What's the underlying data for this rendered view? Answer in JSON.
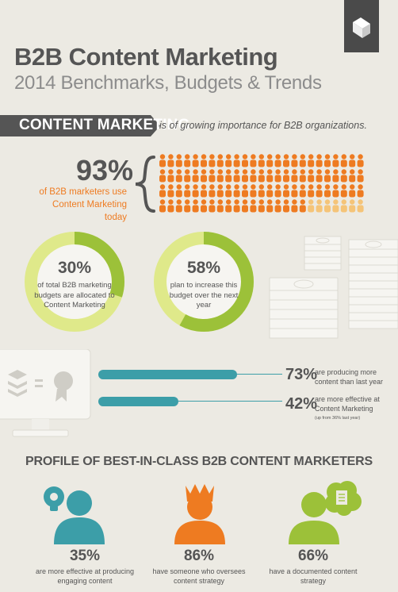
{
  "header": {
    "title": "B2B Content Marketing",
    "subtitle": "2014 Benchmarks, Budgets & Trends",
    "logo_icon": "brand-logo-icon"
  },
  "colors": {
    "background": "#eceae3",
    "dark_gray": "#555555",
    "orange": "#ee7b21",
    "light_orange": "#f5c478",
    "green": "#9cc139",
    "light_green": "#dfe98a",
    "teal": "#3c9ea8"
  },
  "banner": {
    "label": "CONTENT MARKETING",
    "tagline": "is of growing importance for B2B organizations."
  },
  "usage_stat": {
    "percent": "93%",
    "caption": "of B2B marketers use Content Marketing today",
    "fraction": 0.93,
    "icon": "people-icon"
  },
  "rings": [
    {
      "percent": "30%",
      "text": "of total B2B marketing budgets are allocated to Content Marketing",
      "fraction": 0.3
    },
    {
      "percent": "58%",
      "text": "plan to increase this budget over the next year",
      "fraction": 0.58
    }
  ],
  "bars": [
    {
      "percent": "73%",
      "text": "are producing more content than last year",
      "fraction": 0.73,
      "note": ""
    },
    {
      "percent": "42%",
      "text": "are more effective at Content Marketing",
      "fraction": 0.42,
      "note": "(up from 36% last year)"
    }
  ],
  "profile": {
    "heading": "PROFILE OF BEST-IN-CLASS B2B CONTENT MARKETERS",
    "items": [
      {
        "percent": "35%",
        "text": "are more effective at producing engaging content",
        "icon": "lightbulb-person-icon"
      },
      {
        "percent": "86%",
        "text": "have someone who oversees content strategy",
        "icon": "crowned-person-icon"
      },
      {
        "percent": "66%",
        "text": "have a documented content strategy",
        "icon": "document-person-icon"
      }
    ]
  }
}
